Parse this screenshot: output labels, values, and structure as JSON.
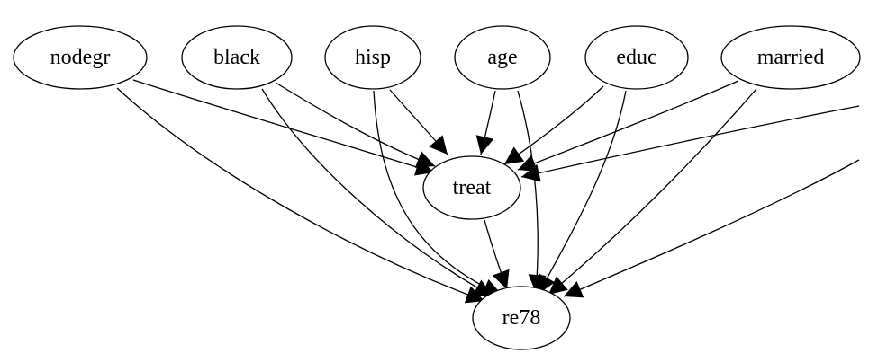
{
  "diagram": {
    "nodes": [
      {
        "id": "nodegr",
        "label": "nodegr"
      },
      {
        "id": "black",
        "label": "black"
      },
      {
        "id": "hisp",
        "label": "hisp"
      },
      {
        "id": "age",
        "label": "age"
      },
      {
        "id": "educ",
        "label": "educ"
      },
      {
        "id": "married",
        "label": "married"
      },
      {
        "id": "treat",
        "label": "treat"
      },
      {
        "id": "re78",
        "label": "re78"
      }
    ],
    "edges": [
      {
        "from": "nodegr",
        "to": "treat"
      },
      {
        "from": "nodegr",
        "to": "re78"
      },
      {
        "from": "black",
        "to": "treat"
      },
      {
        "from": "black",
        "to": "re78"
      },
      {
        "from": "hisp",
        "to": "treat"
      },
      {
        "from": "hisp",
        "to": "re78"
      },
      {
        "from": "age",
        "to": "treat"
      },
      {
        "from": "age",
        "to": "re78"
      },
      {
        "from": "educ",
        "to": "treat"
      },
      {
        "from": "educ",
        "to": "re78"
      },
      {
        "from": "married",
        "to": "treat"
      },
      {
        "from": "married",
        "to": "re78"
      },
      {
        "from": "(offscreen)",
        "to": "treat"
      },
      {
        "from": "(offscreen)",
        "to": "re78"
      },
      {
        "from": "treat",
        "to": "re78"
      }
    ]
  },
  "colors": {
    "stroke": "#000000",
    "fill": "#ffffff",
    "background": "#ffffff"
  }
}
